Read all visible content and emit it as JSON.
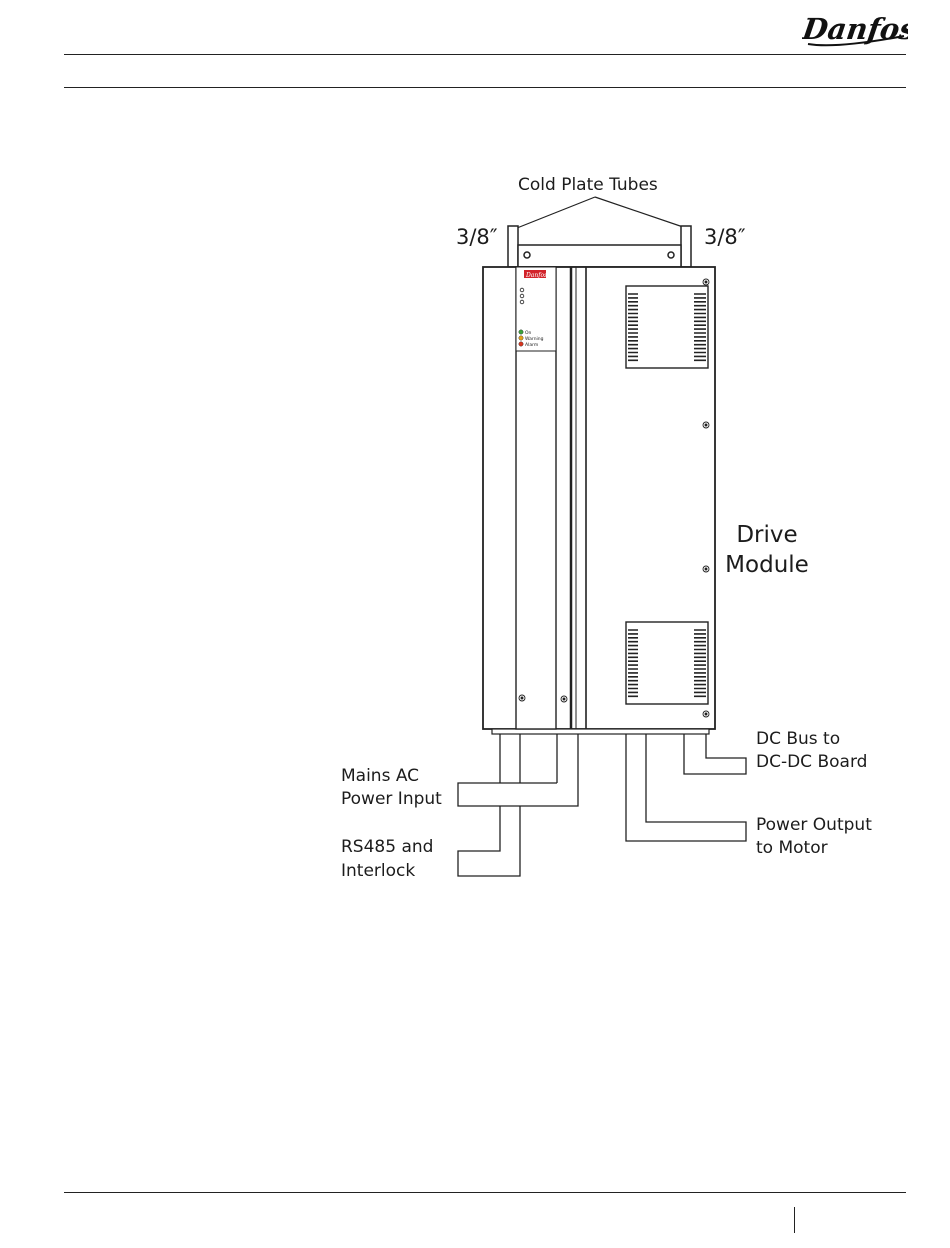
{
  "header": {
    "logo_text": "Danfoss"
  },
  "diagram": {
    "cold_plate_label": "Cold Plate Tubes",
    "tube_left_size": "3/8″",
    "tube_right_size": "3/8″",
    "module_label_line1": "Drive",
    "module_label_line2": "Module",
    "status_indicators": [
      {
        "label": "On",
        "color": "#3aa33a"
      },
      {
        "label": "Warning",
        "color": "#e3a21a"
      },
      {
        "label": "Alarm",
        "color": "#d8361f"
      }
    ],
    "callouts": {
      "mains_line1": "Mains AC",
      "mains_line2": "Power Input",
      "rs485_line1": "RS485 and",
      "rs485_line2": "Interlock",
      "dcbus_line1": "DC Bus to",
      "dcbus_line2": "DC-DC Board",
      "output_line1": "Power Output",
      "output_line2": "to Motor"
    }
  },
  "colors": {
    "brand_red": "#d2232a"
  }
}
